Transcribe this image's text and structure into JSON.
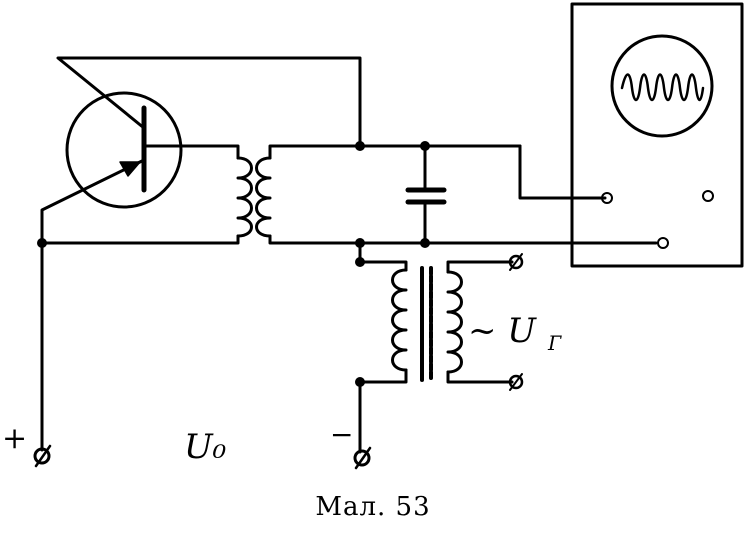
{
  "labels": {
    "plus": "+",
    "minus": "−",
    "supply_voltage": "U₀",
    "generator_voltage": "~ U",
    "generator_subscript": "Г"
  },
  "caption": "Мал. 53"
}
